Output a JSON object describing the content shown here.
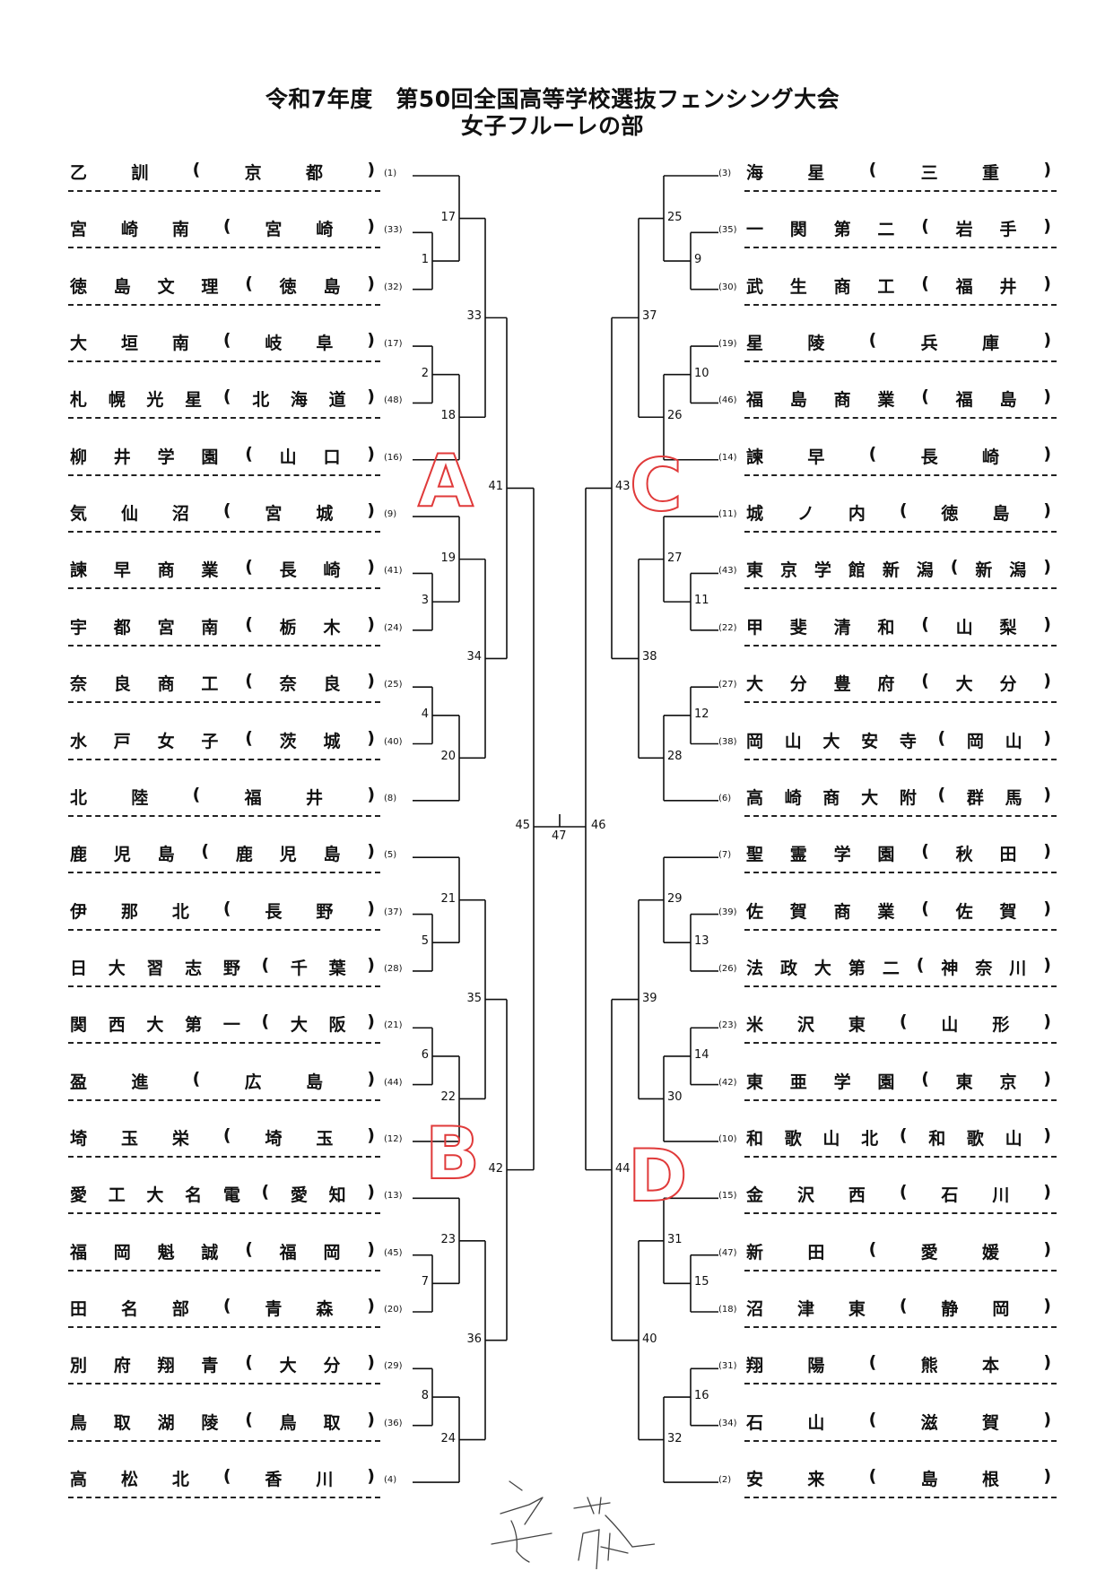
{
  "title": {
    "line1": "令和7年度　第50回全国高等学校選抜フェンシング大会",
    "line2": "女子フルーレの部"
  },
  "left_entries": [
    {
      "school": [
        "乙",
        "訓"
      ],
      "pref": [
        "京",
        "都"
      ],
      "seed": "(1)"
    },
    {
      "school": [
        "宮",
        "崎",
        "南"
      ],
      "pref": [
        "宮",
        "崎"
      ],
      "seed": "(33)"
    },
    {
      "school": [
        "徳",
        "島",
        "文",
        "理"
      ],
      "pref": [
        "徳",
        "島"
      ],
      "seed": "(32)"
    },
    {
      "school": [
        "大",
        "垣",
        "南"
      ],
      "pref": [
        "岐",
        "阜"
      ],
      "seed": "(17)"
    },
    {
      "school": [
        "札",
        "幌",
        "光",
        "星"
      ],
      "pref": [
        "北",
        "海",
        "道"
      ],
      "seed": "(48)"
    },
    {
      "school": [
        "柳",
        "井",
        "学",
        "園"
      ],
      "pref": [
        "山",
        "口"
      ],
      "seed": "(16)"
    },
    {
      "school": [
        "気",
        "仙",
        "沼"
      ],
      "pref": [
        "宮",
        "城"
      ],
      "seed": "(9)"
    },
    {
      "school": [
        "諫",
        "早",
        "商",
        "業"
      ],
      "pref": [
        "長",
        "崎"
      ],
      "seed": "(41)"
    },
    {
      "school": [
        "宇",
        "都",
        "宮",
        "南"
      ],
      "pref": [
        "栃",
        "木"
      ],
      "seed": "(24)"
    },
    {
      "school": [
        "奈",
        "良",
        "商",
        "工"
      ],
      "pref": [
        "奈",
        "良"
      ],
      "seed": "(25)"
    },
    {
      "school": [
        "水",
        "戸",
        "女",
        "子"
      ],
      "pref": [
        "茨",
        "城"
      ],
      "seed": "(40)"
    },
    {
      "school": [
        "北",
        "陸"
      ],
      "pref": [
        "福",
        "井"
      ],
      "seed": "(8)"
    },
    {
      "school": [
        "鹿",
        "児",
        "島"
      ],
      "pref": [
        "鹿",
        "児",
        "島"
      ],
      "seed": "(5)"
    },
    {
      "school": [
        "伊",
        "那",
        "北"
      ],
      "pref": [
        "長",
        "野"
      ],
      "seed": "(37)"
    },
    {
      "school": [
        "日",
        "大",
        "習",
        "志",
        "野"
      ],
      "pref": [
        "千",
        "葉"
      ],
      "seed": "(28)"
    },
    {
      "school": [
        "関",
        "西",
        "大",
        "第",
        "一"
      ],
      "pref": [
        "大",
        "阪"
      ],
      "seed": "(21)"
    },
    {
      "school": [
        "盈",
        "進"
      ],
      "pref": [
        "広",
        "島"
      ],
      "seed": "(44)"
    },
    {
      "school": [
        "埼",
        "玉",
        "栄"
      ],
      "pref": [
        "埼",
        "玉"
      ],
      "seed": "(12)"
    },
    {
      "school": [
        "愛",
        "工",
        "大",
        "名",
        "電"
      ],
      "pref": [
        "愛",
        "知"
      ],
      "seed": "(13)"
    },
    {
      "school": [
        "福",
        "岡",
        "魁",
        "誠"
      ],
      "pref": [
        "福",
        "岡"
      ],
      "seed": "(45)"
    },
    {
      "school": [
        "田",
        "名",
        "部"
      ],
      "pref": [
        "青",
        "森"
      ],
      "seed": "(20)"
    },
    {
      "school": [
        "別",
        "府",
        "翔",
        "青"
      ],
      "pref": [
        "大",
        "分"
      ],
      "seed": "(29)"
    },
    {
      "school": [
        "鳥",
        "取",
        "湖",
        "陵"
      ],
      "pref": [
        "鳥",
        "取"
      ],
      "seed": "(36)"
    },
    {
      "school": [
        "高",
        "松",
        "北"
      ],
      "pref": [
        "香",
        "川"
      ],
      "seed": "(4)"
    }
  ],
  "right_entries": [
    {
      "school": [
        "海",
        "星"
      ],
      "pref": [
        "三",
        "重"
      ],
      "seed": "(3)"
    },
    {
      "school": [
        "一",
        "関",
        "第",
        "二"
      ],
      "pref": [
        "岩",
        "手"
      ],
      "seed": "(35)"
    },
    {
      "school": [
        "武",
        "生",
        "商",
        "工"
      ],
      "pref": [
        "福",
        "井"
      ],
      "seed": "(30)"
    },
    {
      "school": [
        "星",
        "陵"
      ],
      "pref": [
        "兵",
        "庫"
      ],
      "seed": "(19)"
    },
    {
      "school": [
        "福",
        "島",
        "商",
        "業"
      ],
      "pref": [
        "福",
        "島"
      ],
      "seed": "(46)"
    },
    {
      "school": [
        "諫",
        "早"
      ],
      "pref": [
        "長",
        "崎"
      ],
      "seed": "(14)"
    },
    {
      "school": [
        "城",
        "ノ",
        "内"
      ],
      "pref": [
        "徳",
        "島"
      ],
      "seed": "(11)"
    },
    {
      "school": [
        "東",
        "京",
        "学",
        "館",
        "新",
        "潟"
      ],
      "pref": [
        "新",
        "潟"
      ],
      "seed": "(43)"
    },
    {
      "school": [
        "甲",
        "斐",
        "清",
        "和"
      ],
      "pref": [
        "山",
        "梨"
      ],
      "seed": "(22)"
    },
    {
      "school": [
        "大",
        "分",
        "豊",
        "府"
      ],
      "pref": [
        "大",
        "分"
      ],
      "seed": "(27)"
    },
    {
      "school": [
        "岡",
        "山",
        "大",
        "安",
        "寺"
      ],
      "pref": [
        "岡",
        "山"
      ],
      "seed": "(38)"
    },
    {
      "school": [
        "高",
        "崎",
        "商",
        "大",
        "附"
      ],
      "pref": [
        "群",
        "馬"
      ],
      "seed": "(6)"
    },
    {
      "school": [
        "聖",
        "霊",
        "学",
        "園"
      ],
      "pref": [
        "秋",
        "田"
      ],
      "seed": "(7)"
    },
    {
      "school": [
        "佐",
        "賀",
        "商",
        "業"
      ],
      "pref": [
        "佐",
        "賀"
      ],
      "seed": "(39)"
    },
    {
      "school": [
        "法",
        "政",
        "大",
        "第",
        "二"
      ],
      "pref": [
        "神",
        "奈",
        "川"
      ],
      "seed": "(26)"
    },
    {
      "school": [
        "米",
        "沢",
        "東"
      ],
      "pref": [
        "山",
        "形"
      ],
      "seed": "(23)"
    },
    {
      "school": [
        "東",
        "亜",
        "学",
        "園"
      ],
      "pref": [
        "東",
        "京"
      ],
      "seed": "(42)"
    },
    {
      "school": [
        "和",
        "歌",
        "山",
        "北"
      ],
      "pref": [
        "和",
        "歌",
        "山"
      ],
      "seed": "(10)"
    },
    {
      "school": [
        "金",
        "沢",
        "西"
      ],
      "pref": [
        "石",
        "川"
      ],
      "seed": "(15)"
    },
    {
      "school": [
        "新",
        "田"
      ],
      "pref": [
        "愛",
        "媛"
      ],
      "seed": "(47)"
    },
    {
      "school": [
        "沼",
        "津",
        "東"
      ],
      "pref": [
        "静",
        "岡"
      ],
      "seed": "(18)"
    },
    {
      "school": [
        "翔",
        "陽"
      ],
      "pref": [
        "熊",
        "本"
      ],
      "seed": "(31)"
    },
    {
      "school": [
        "石",
        "山"
      ],
      "pref": [
        "滋",
        "賀"
      ],
      "seed": "(34)"
    },
    {
      "school": [
        "安",
        "来"
      ],
      "pref": [
        "島",
        "根"
      ],
      "seed": "(2)"
    }
  ],
  "match_numbers": {
    "left_r1": [
      "1",
      "2",
      "3",
      "4",
      "5",
      "6",
      "7",
      "8"
    ],
    "left_r2": [
      "17",
      "18",
      "19",
      "20",
      "21",
      "22",
      "23",
      "24"
    ],
    "left_r3": [
      "33",
      "34",
      "35",
      "36"
    ],
    "left_r4": [
      "41",
      "42"
    ],
    "left_semi": "45",
    "right_r1": [
      "9",
      "10",
      "11",
      "12",
      "13",
      "14",
      "15",
      "16"
    ],
    "right_r2": [
      "25",
      "26",
      "27",
      "28",
      "29",
      "30",
      "31",
      "32"
    ],
    "right_r3": [
      "37",
      "38",
      "39",
      "40"
    ],
    "right_r4": [
      "43",
      "44"
    ],
    "right_semi": "46",
    "final": "47"
  },
  "region_labels": {
    "a": "A",
    "b": "B",
    "c": "C",
    "d": "D"
  },
  "signature": "安藤",
  "colors": {
    "line": "#111111",
    "region": "#e03a3a"
  }
}
